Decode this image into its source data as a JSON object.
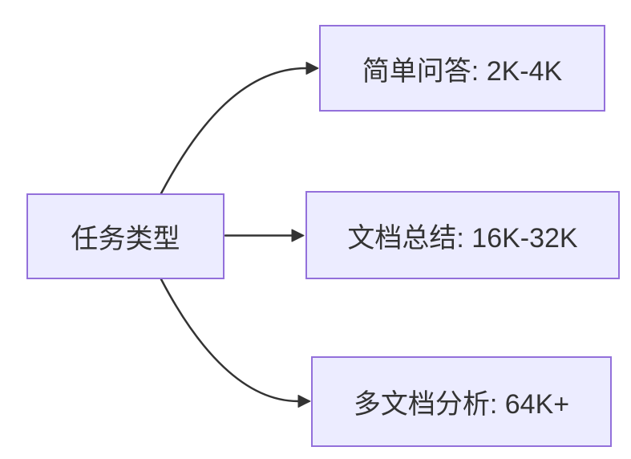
{
  "diagram": {
    "type": "flowchart-left-to-right",
    "root": {
      "label": "任务类型"
    },
    "children": [
      {
        "label": "简单问答: 2K-4K"
      },
      {
        "label": "文档总结: 16K-32K"
      },
      {
        "label": "多文档分析: 64K+"
      }
    ],
    "colors": {
      "node_fill": "#ECECFF",
      "node_border": "#9370DB",
      "edge": "#333333",
      "text": "#333333",
      "background": "#FFFFFF"
    }
  }
}
